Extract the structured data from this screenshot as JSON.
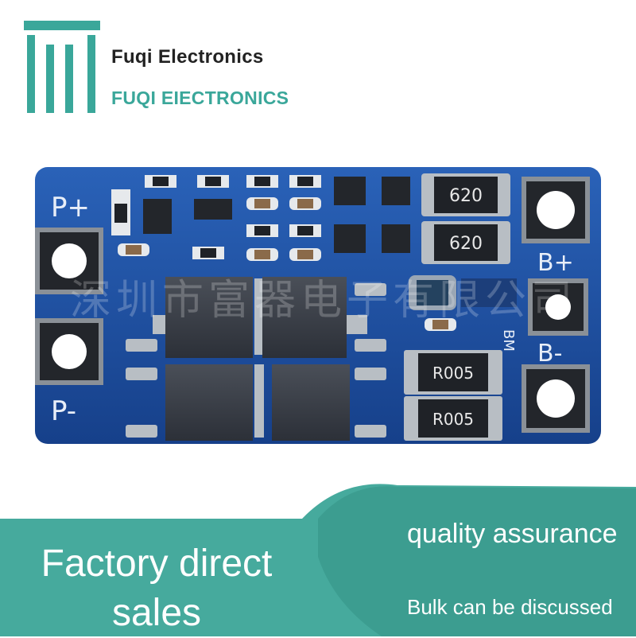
{
  "brand": {
    "name": "Fuqi Electronics",
    "name_caps": "FUQI EIECTRONICS"
  },
  "board_labels": {
    "p_plus": "P+",
    "p_minus": "P-",
    "b_plus": "B+",
    "b_minus": "B-",
    "bm": "BM",
    "res1": "620",
    "res2": "620",
    "shunt1": "R005",
    "shunt2": "R005"
  },
  "watermark": "深圳市富器电子有限公司",
  "banner": {
    "factory": "Factory direct sales",
    "quality": "quality assurance",
    "bulk": "Bulk can be discussed"
  },
  "colors": {
    "teal": "#3aa79a",
    "pcb": "#1d4e9e"
  }
}
